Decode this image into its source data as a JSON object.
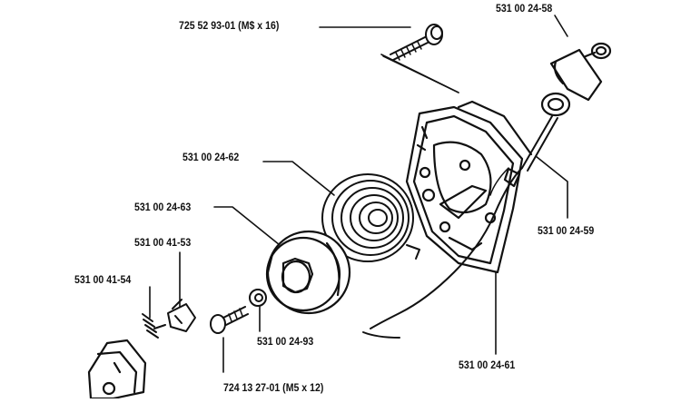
{
  "labels": {
    "bolt_m8": "725 52 93-01 (M$ x 16)",
    "handle": "531 00 24-58",
    "spring": "531 00 24-62",
    "pulley": "531 00 24-63",
    "pawl": "531 00 41-53",
    "pawl_spring": "531 00 41-54",
    "rope": "531 00 24-59",
    "washer": "531 00 24-93",
    "housing": "531 00 24-61",
    "screw_m5": "724 13 27-01 (M5 x 12)"
  },
  "colors": {
    "ink": "#111111",
    "background": "#ffffff"
  }
}
